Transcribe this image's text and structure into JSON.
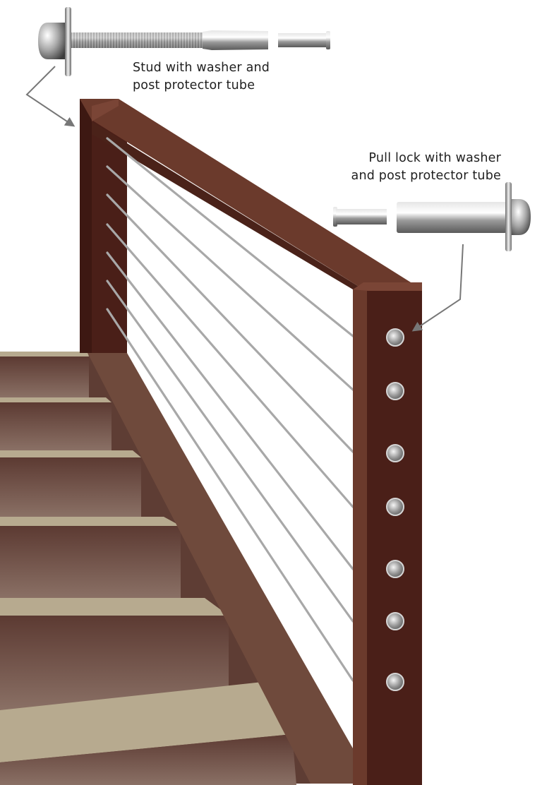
{
  "labels": {
    "stud": {
      "line1": "Stud with washer and",
      "line2": "post protector tube"
    },
    "pull_lock": {
      "line1": "Pull lock with washer",
      "line2": "and post protector tube"
    }
  },
  "colors": {
    "post_dark": "#4a1f18",
    "rail_top": "#6b3a2c",
    "stringer": "#6f4a3c",
    "stair_tread": "#b7aa8f",
    "stair_riser": "#6e5147",
    "cable": "#a8a8a8",
    "fitting_metal": "#b8b8b8",
    "arrow": "#777777"
  },
  "icons": {
    "stud": "stud-fitting-icon",
    "pull_lock": "pull-lock-fitting-icon",
    "post_fitting": "round-fitting-icon"
  },
  "cable_count": 7
}
